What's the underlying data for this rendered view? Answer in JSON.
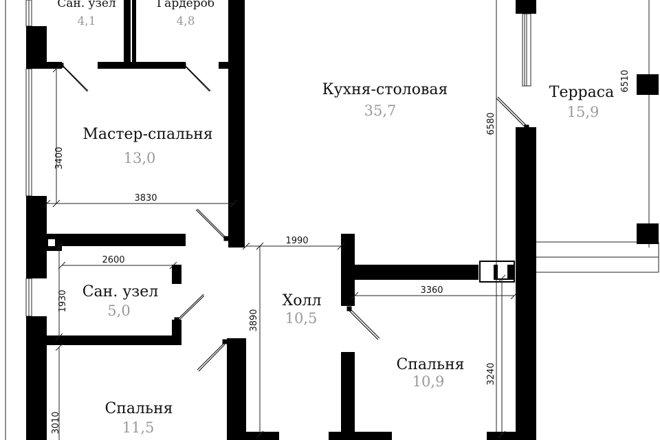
{
  "rooms": {
    "bath_top": {
      "name": "Сан. узел",
      "area": "4,1"
    },
    "wardrobe": {
      "name": "Гардероб",
      "area": "4,8"
    },
    "kitchen": {
      "name": "Кухня-столовая",
      "area": "35,7"
    },
    "terrace": {
      "name": "Терраса",
      "area": "15,9"
    },
    "master": {
      "name": "Мастер-спальня",
      "area": "13,0"
    },
    "bath_mid": {
      "name": "Сан. узел",
      "area": "5,0"
    },
    "hall": {
      "name": "Холл",
      "area": "10,5"
    },
    "bedroom_right": {
      "name": "Спальня",
      "area": "10,9"
    },
    "bedroom_left": {
      "name": "Спальня",
      "area": "11,5"
    }
  },
  "dimensions": {
    "master_width": "3830",
    "master_height": "3400",
    "bath_mid_width": "2600",
    "bath_mid_height": "1930",
    "hall_width": "1990",
    "hall_height": "3890",
    "bedroom_right_width": "3360",
    "bedroom_right_height": "3240",
    "kitchen_height": "6580",
    "terrace_height": "6510",
    "bedroom_left_height": "3010"
  }
}
